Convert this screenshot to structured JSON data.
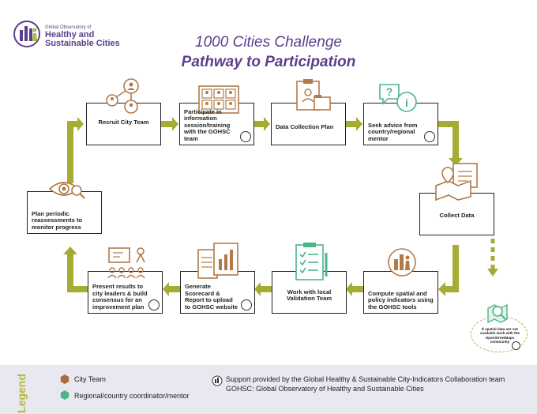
{
  "logo": {
    "small": "Global Observatory of",
    "line1": "Healthy and",
    "line2": "Sustainable Cities"
  },
  "title": {
    "line1": "1000 Cities Challenge",
    "line2": "Pathway to Participation"
  },
  "steps": [
    {
      "id": "recruit",
      "label": "Recruit City Team"
    },
    {
      "id": "participate",
      "label": "Participate in information session/training with the GOHSC team"
    },
    {
      "id": "data-plan",
      "label": "Data Collection Plan"
    },
    {
      "id": "advice",
      "label": "Seek advice from country/regional mentor"
    },
    {
      "id": "collect",
      "label": "Collect Data"
    },
    {
      "id": "compute",
      "label": "Compute spatial and policy indicators using the GOHSC tools"
    },
    {
      "id": "validation",
      "label": "Work with local Validation Team"
    },
    {
      "id": "scorecard",
      "label": "Generate Scorecard & Report to upload to GOHSC website"
    },
    {
      "id": "present",
      "label": "Present results to city leaders & build consensus for an improvement plan"
    },
    {
      "id": "reassess",
      "label": "Plan periodic reassessments to monitor progress"
    }
  ],
  "note": "If spatial data are not available work with the OpenStreetMaps community",
  "legend": {
    "title": "Legend",
    "city_team": "City Team",
    "coordinator": "Regional/country coordinator/mentor",
    "support": "Support provided by the Global Healthy & Sustainable City-Indicators Collaboration team",
    "gohsc": "GOHSC: Global Observatory of Healthy and Sustainable Cities"
  },
  "colors": {
    "purple": "#5b3f8e",
    "arrow": "#a5ac34",
    "city_team": "#b06a36",
    "coordinator": "#4db58a",
    "icon_brown": "#b07a4a"
  }
}
